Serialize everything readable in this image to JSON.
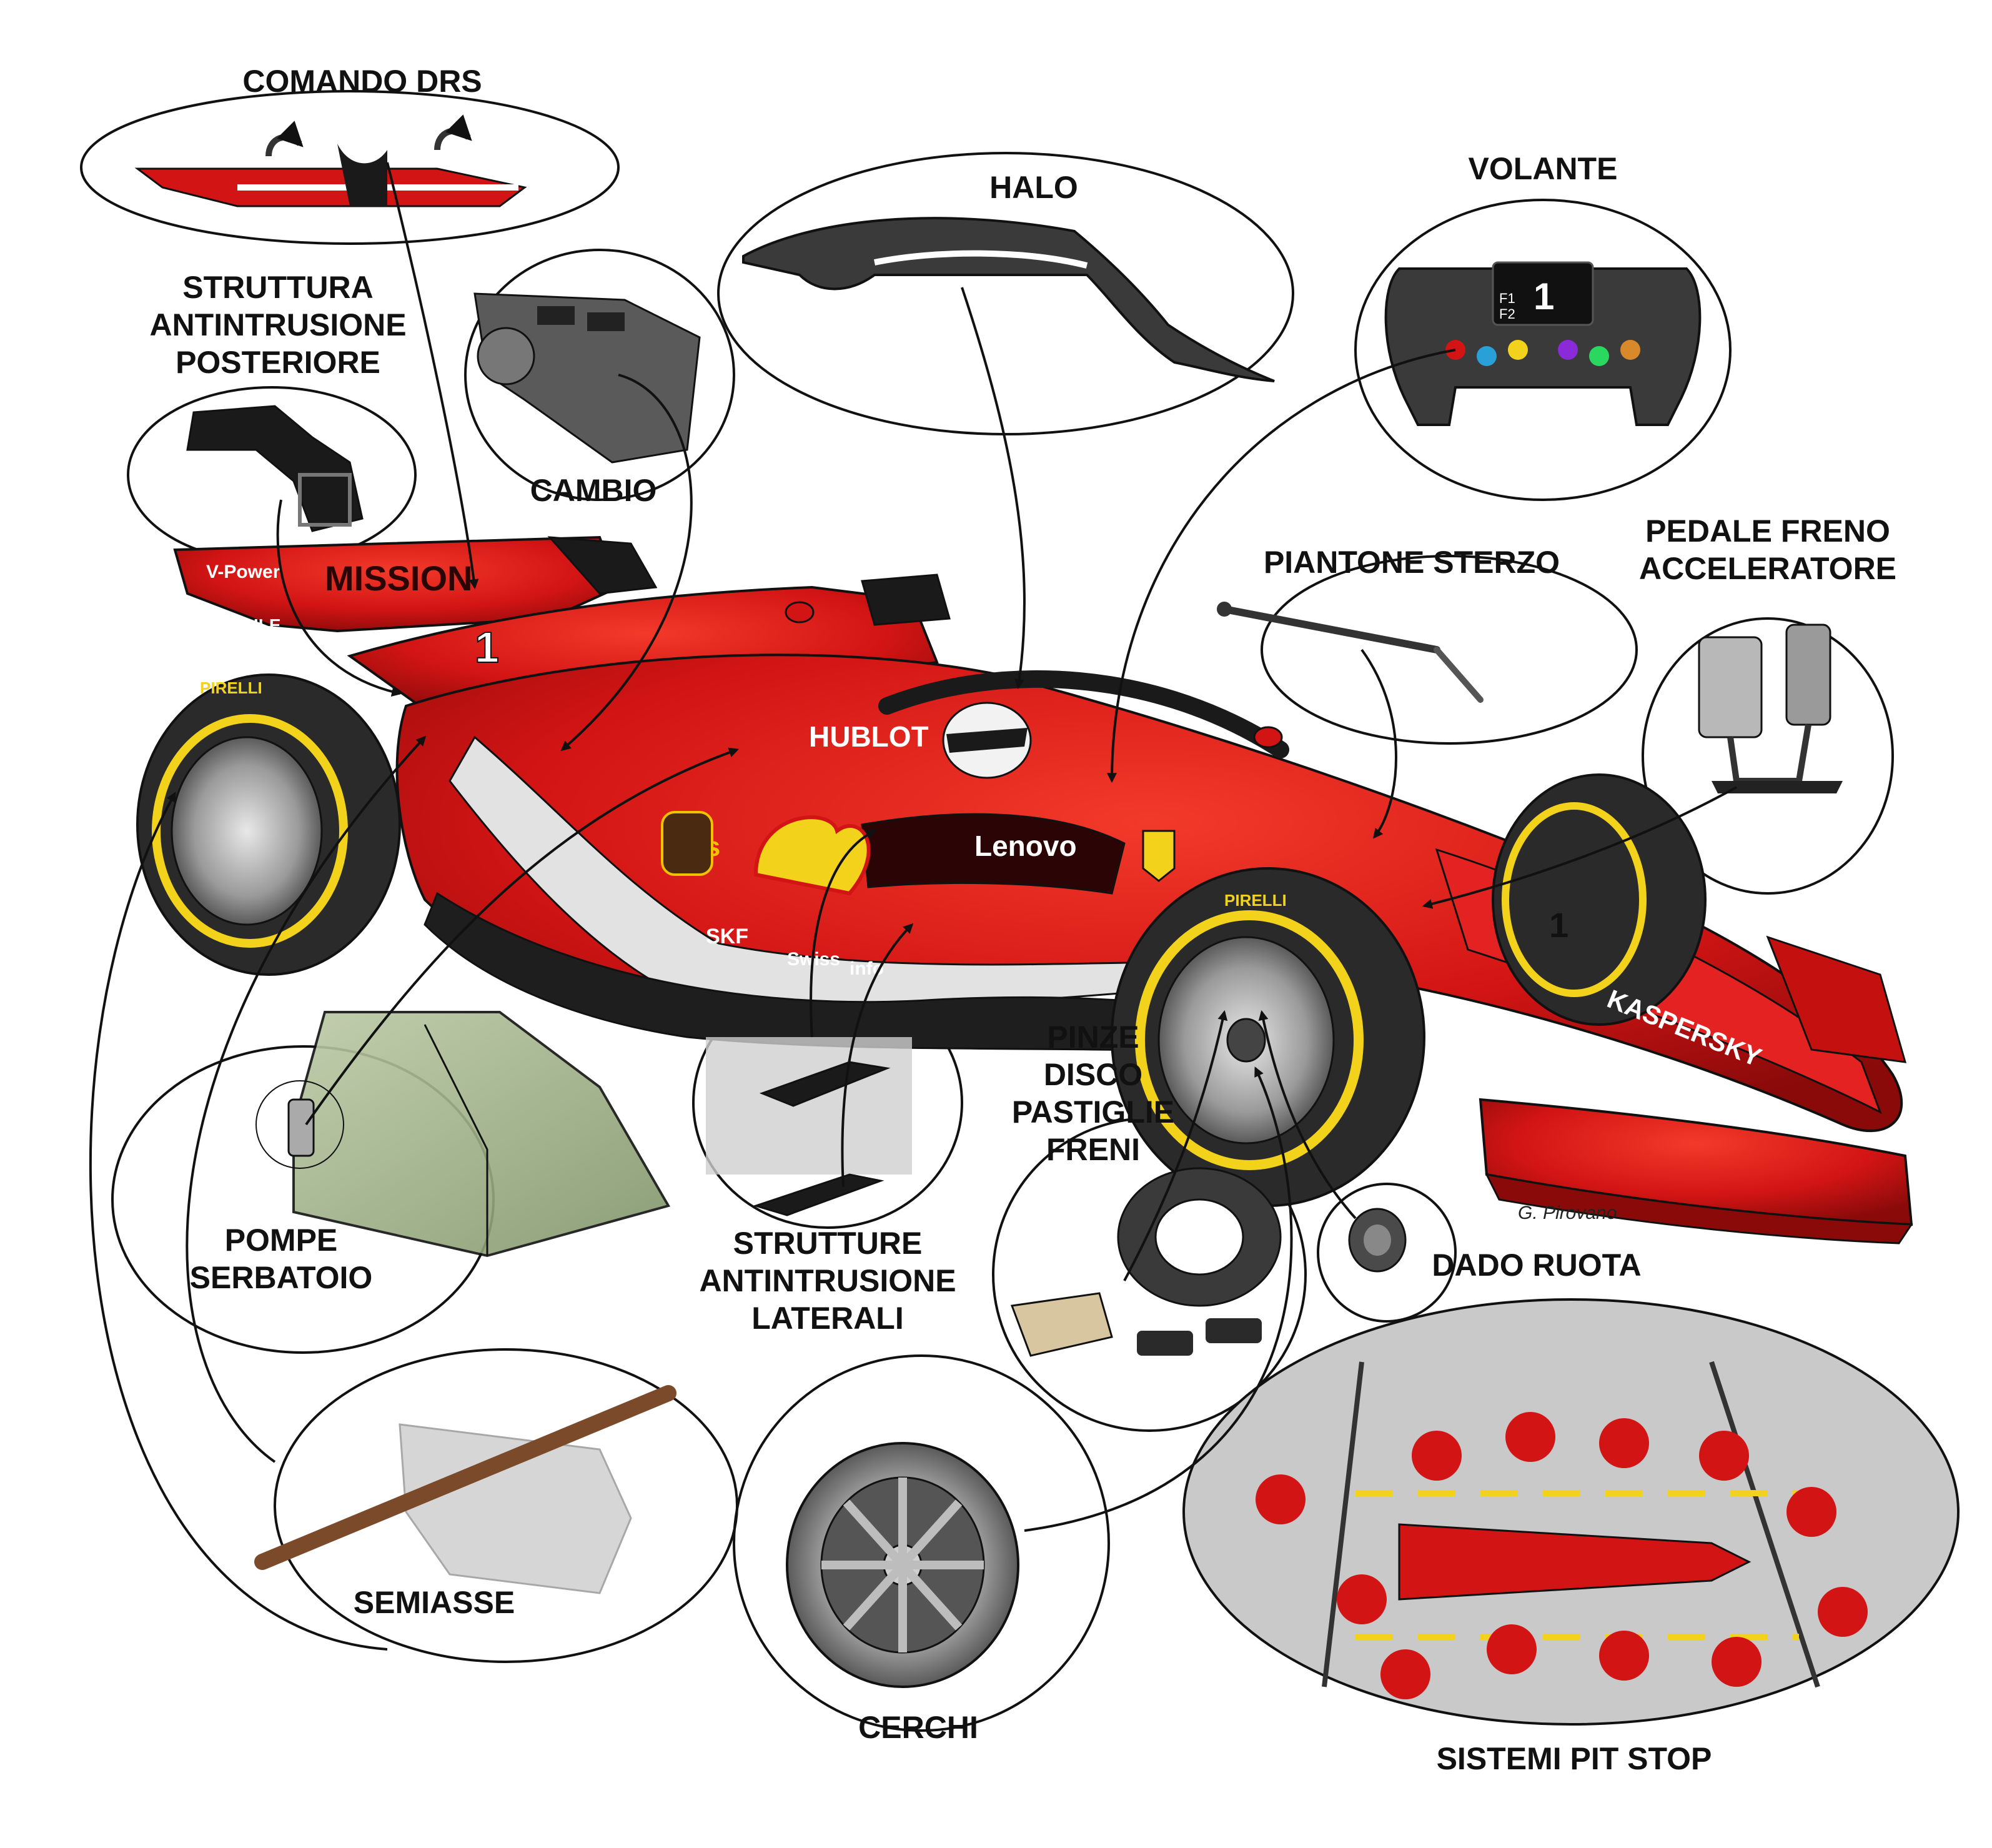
{
  "labels": {
    "drs": "COMANDO DRS",
    "rear_crash": "STRUTTURA\nANTINTRUSIONE\nPOSTERIORE",
    "gearbox": "CAMBIO",
    "halo": "HALO",
    "wheel": "VOLANTE",
    "steering_column": "PIANTONE STERZO",
    "pedals": "PEDALE FRENO\nACCELERATORE",
    "fuel_pumps": "POMPE\nSERBATOIO",
    "side_crash": "STRUTTURE\nANTINTRUSIONE\nLATERALI",
    "brakes": "PINZE\nDISCO\nPASTIGLIE\nFRENI",
    "wheel_nut": "DADO RUOTA",
    "axle": "SEMIASSE",
    "rims": "CERCHI",
    "pit_stop": "SISTEMI PIT STOP"
  },
  "car": {
    "rear_wing_text": "MISSION",
    "number": "1",
    "sponsors": {
      "hublot": "HUBLOT",
      "lenovo": "Lenovo",
      "ups": "ups",
      "kaspersky": "KASPERSKY",
      "pirelli": "PIRELLI",
      "mahle": "MAHLE",
      "vpower": "V-Power",
      "skf": "SKF",
      "swiss": "Swiss",
      "info": "info"
    }
  },
  "steering_wheel_display": {
    "big_digit": "1",
    "line1": "F1",
    "line2": "F2"
  },
  "credit": "G. Pirovano",
  "colors": {
    "ferrari_red": "#d21414",
    "dark_red": "#8a0a0a",
    "tyre_black": "#2a2a2a",
    "pirelli_yellow": "#f2d21b",
    "fuel_tank_green": "#9fb48a",
    "carbon": "#3a3a3a",
    "outline": "#111111"
  }
}
